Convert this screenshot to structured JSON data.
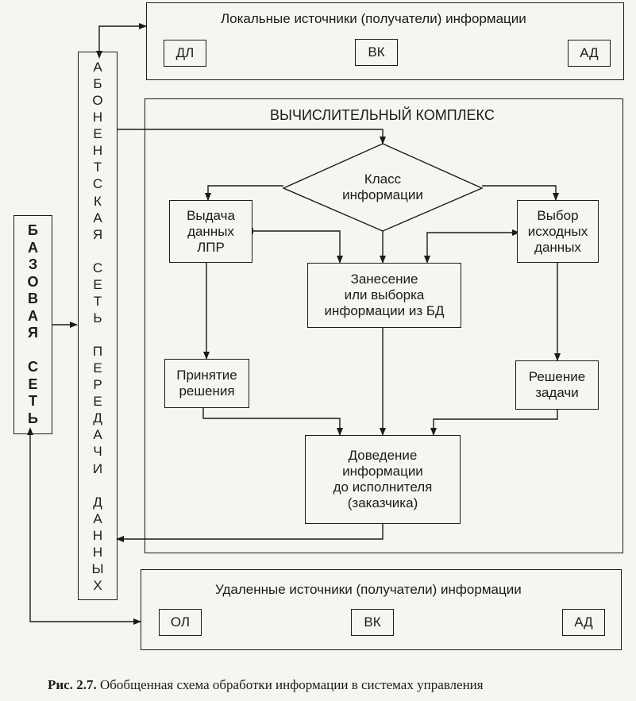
{
  "local_panel": {
    "title": "Локальные источники (получатели) информации",
    "items": [
      "ДЛ",
      "ВК",
      "АД"
    ]
  },
  "complex": {
    "title": "ВЫЧИСЛИТЕЛЬНЫЙ КОМПЛЕКС",
    "nodes": {
      "class": "Класс\nинформации",
      "issue": "Выдача\nданных\nЛПР",
      "select": "Выбор\nисходных\nданных",
      "db": "Занесение\nили выборка\nинформации из БД",
      "decision": "Принятие\nрешения",
      "task": "Решение\nзадачи",
      "deliver": "Доведение\nинформации\nдо исполнителя\n(заказчика)"
    }
  },
  "remote_panel": {
    "title": "Удаленные источники (получатели) информации",
    "items": [
      "ОЛ",
      "ВК",
      "АД"
    ]
  },
  "base_network": [
    "Б",
    "А",
    "З",
    "О",
    "В",
    "А",
    "Я",
    "",
    "С",
    "Е",
    "Т",
    "Ь"
  ],
  "subscriber_network": [
    "А",
    "Б",
    "О",
    "Н",
    "Е",
    "Н",
    "Т",
    "С",
    "К",
    "А",
    "Я",
    "",
    "С",
    "Е",
    "Т",
    "Ь",
    "",
    "П",
    "Е",
    "Р",
    "Е",
    "Д",
    "А",
    "Ч",
    "И",
    "",
    "Д",
    "А",
    "Н",
    "Н",
    "Ы",
    "Х"
  ],
  "caption": {
    "number": "Рис. 2.7.",
    "text": "Обобщенная схема обработки информации в системах управления"
  }
}
